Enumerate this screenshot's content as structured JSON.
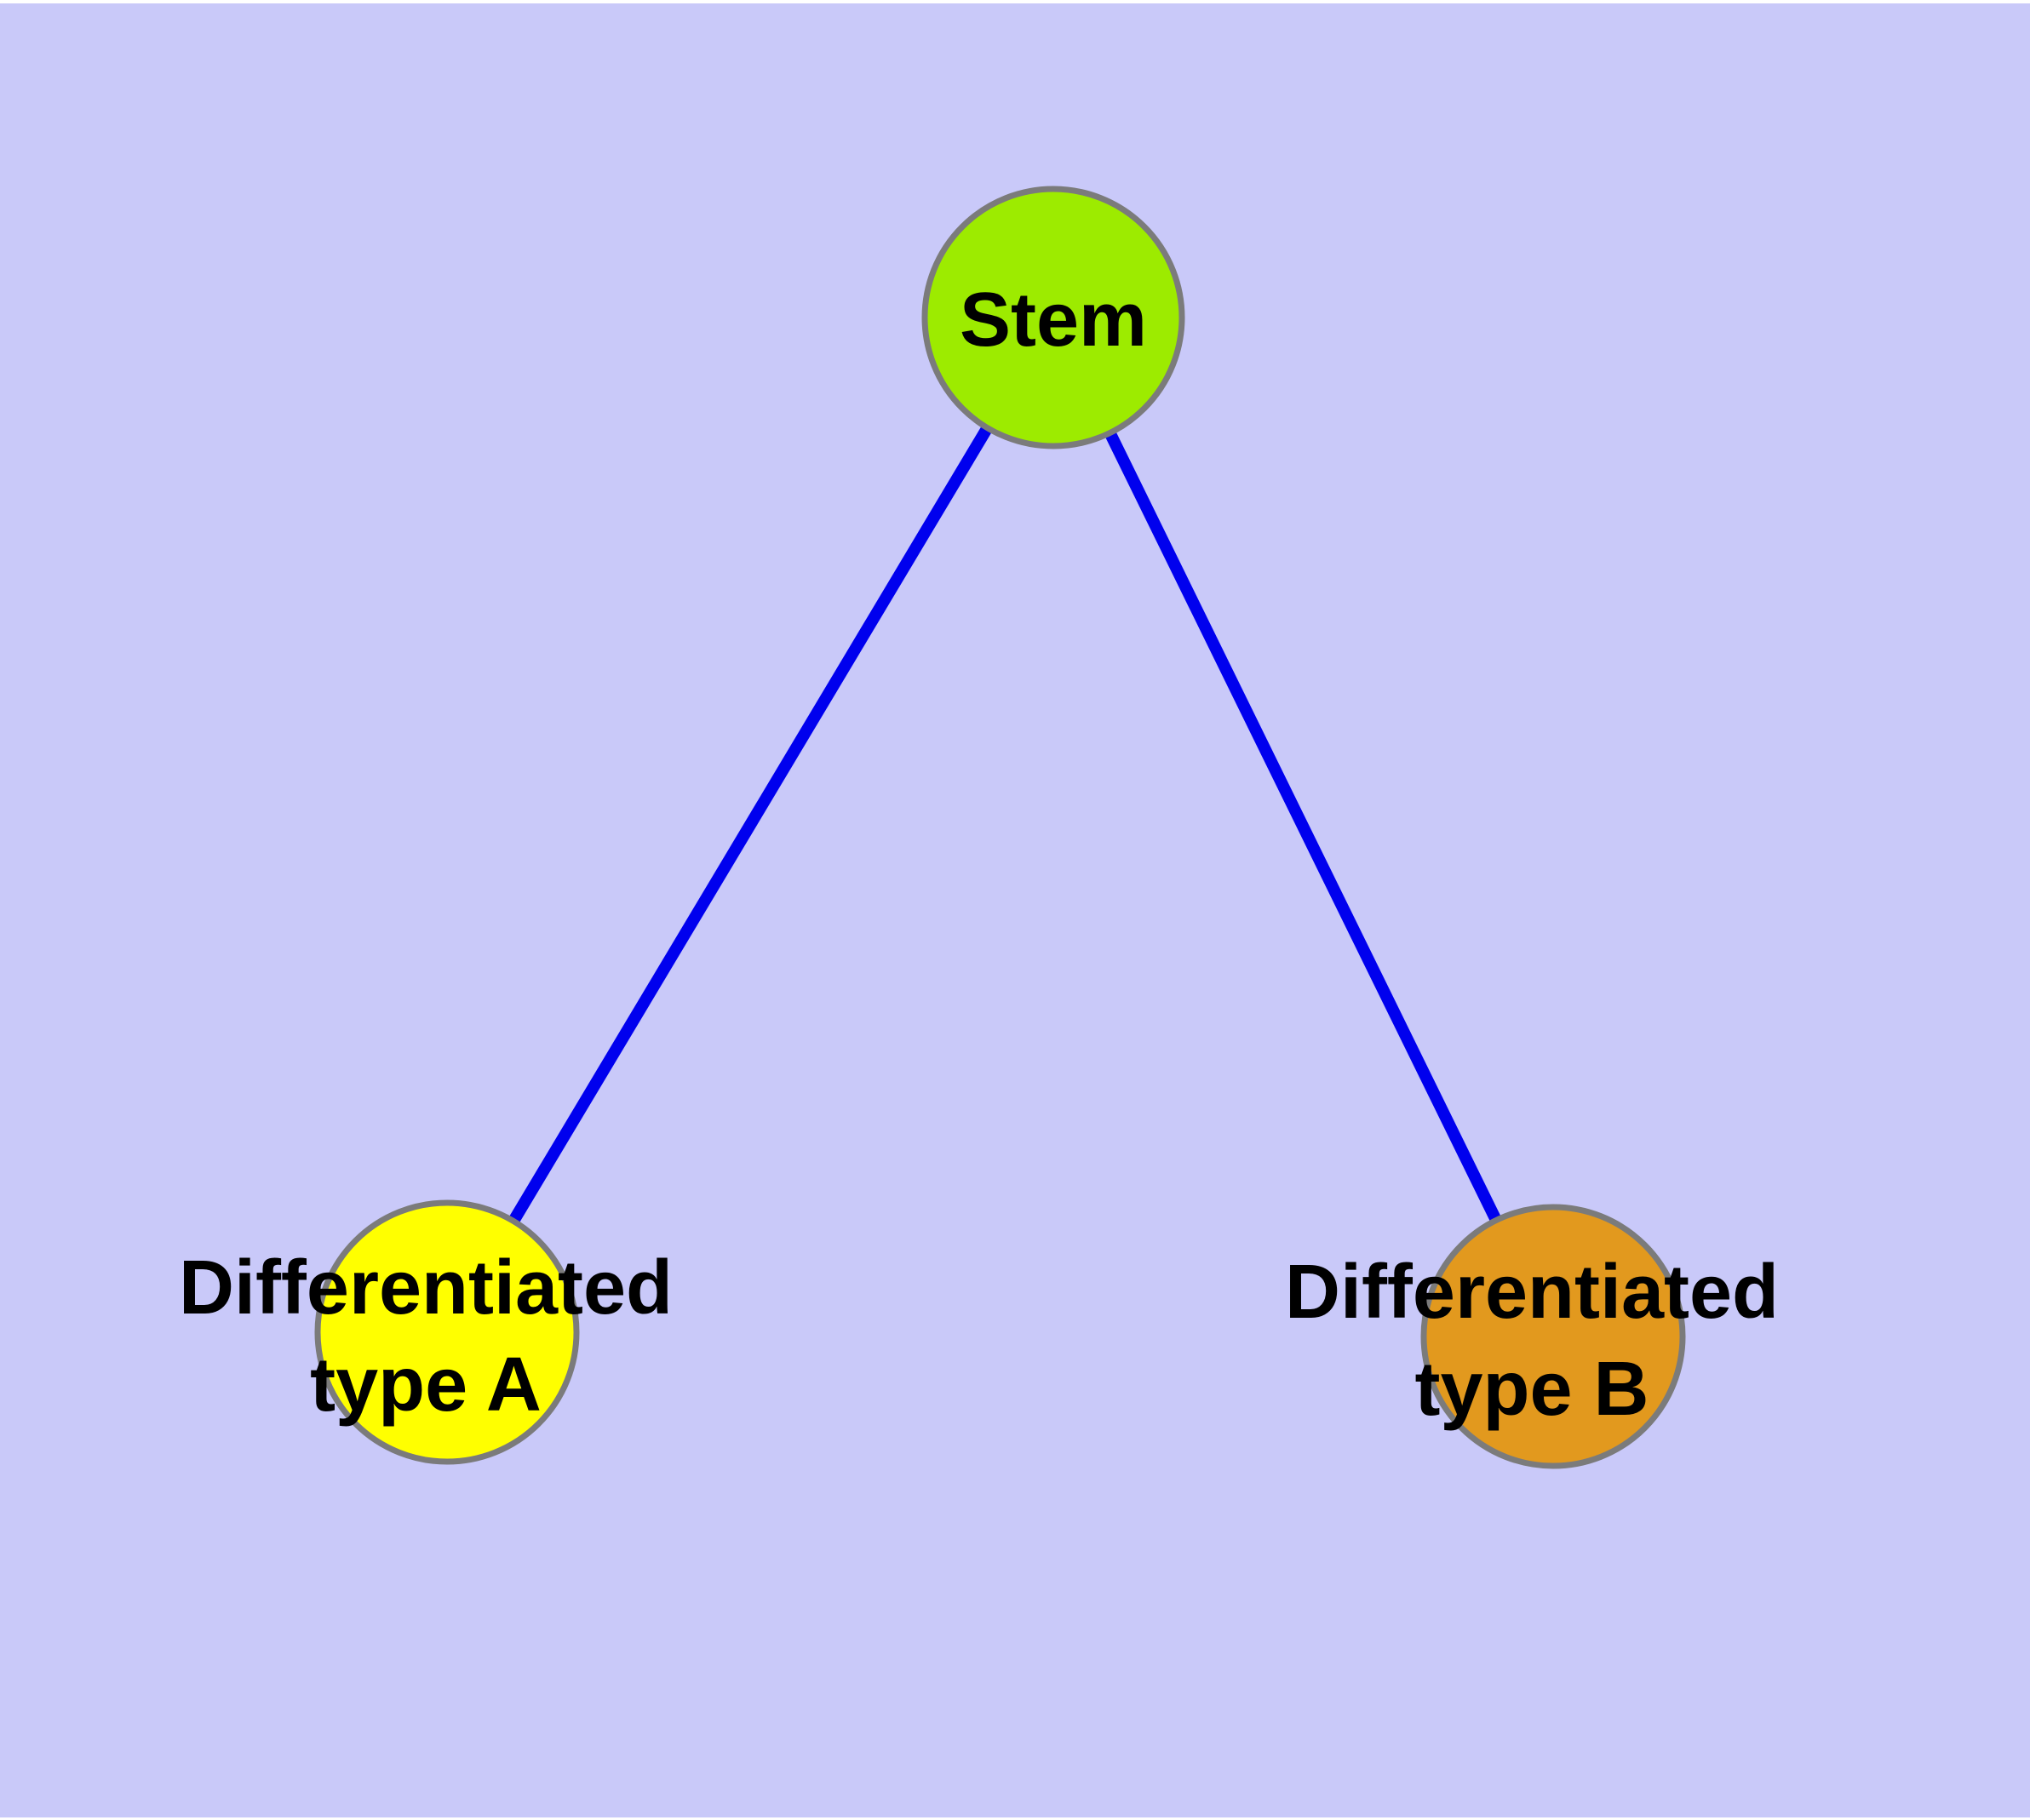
{
  "diagram": {
    "type": "node-link-graph",
    "description": "Tree graph: one stem node branching to two differentiated cell type nodes",
    "nodes": {
      "stem": {
        "id": "stem",
        "label": "Stem",
        "fill": "#9DEB00"
      },
      "type_a": {
        "id": "type-a",
        "label": "Differentiated type A",
        "line1": "Differentiated",
        "line2": "type A",
        "fill": "#FFFF00"
      },
      "type_b": {
        "id": "type-b",
        "label": "Differentiated type B",
        "line1": "Differentiated",
        "line2": "type B",
        "fill": "#E2991E"
      }
    },
    "edges": {
      "color": "#0000EE",
      "list": [
        {
          "from": "Stem",
          "to": "Differentiated type A"
        },
        {
          "from": "Stem",
          "to": "Differentiated type B"
        }
      ]
    },
    "colors": {
      "background": "#C9C9F9",
      "page_margin": "#FFFFFF",
      "node_border": "#7B7B7B",
      "label_text": "#000000",
      "edge_blue": "#0000EE"
    }
  }
}
